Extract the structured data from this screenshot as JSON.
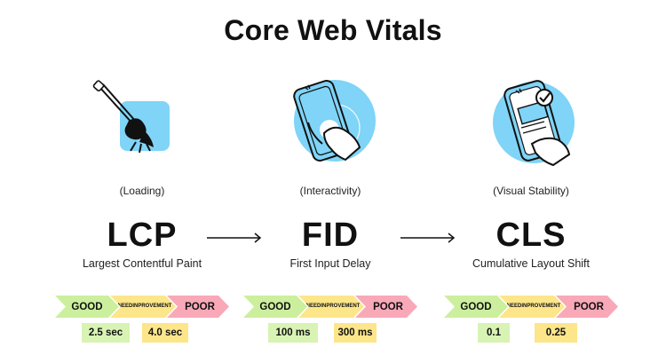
{
  "title": "Core Web Vitals",
  "colors": {
    "accent_blue": "#7fd4f7",
    "good": "#ccef9e",
    "needs": "#fde68a",
    "poor": "#f9a8b8"
  },
  "scale_labels": {
    "good": "GOOD",
    "need_line1": "NEED",
    "need_line2": "INPROVEMENT",
    "poor": "POOR"
  },
  "metrics": [
    {
      "category": "(Loading)",
      "abbr": "LCP",
      "name": "Largest Contentful Paint",
      "icon": "paintbrush-icon",
      "thresholds": [
        "2.5 sec",
        "4.0 sec"
      ]
    },
    {
      "category": "(Interactivity)",
      "abbr": "FID",
      "name": "First Input Delay",
      "icon": "phone-tap-icon",
      "thresholds": [
        "100 ms",
        "300 ms"
      ]
    },
    {
      "category": "(Visual Stability)",
      "abbr": "CLS",
      "name": "Cumulative Layout Shift",
      "icon": "phone-check-icon",
      "thresholds": [
        "0.1",
        "0.25"
      ]
    }
  ]
}
